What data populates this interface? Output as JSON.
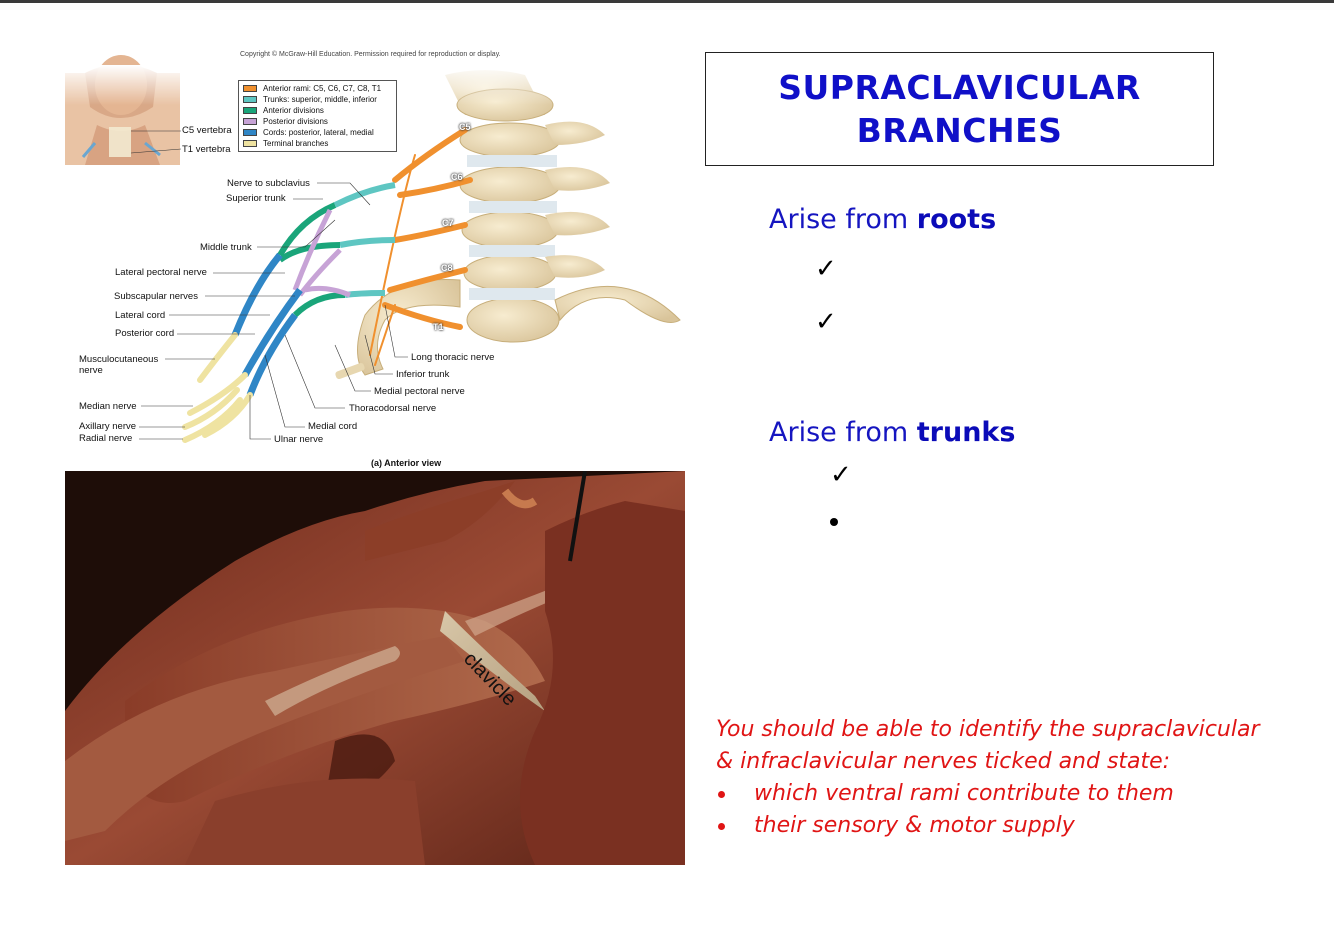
{
  "diagram": {
    "copyright": "Copyright © McGraw-Hill Education. Permission required for reproduction or display.",
    "view_title": "(a) Anterior view",
    "inset": {
      "c5": "C5 vertebra",
      "t1": "T1 vertebra"
    },
    "legend": [
      {
        "label": "Anterior rami: C5, C6, C7, C8, T1",
        "color": "#f0902e"
      },
      {
        "label": "Trunks: superior, middle, inferior",
        "color": "#5ec6c2"
      },
      {
        "label": "Anterior divisions",
        "color": "#1aa57a"
      },
      {
        "label": "Posterior divisions",
        "color": "#c7a3d6"
      },
      {
        "label": "Cords: posterior, lateral, medial",
        "color": "#2f86c6"
      },
      {
        "label": "Terminal branches",
        "color": "#efe3a1"
      }
    ],
    "vertebrae": [
      "C5",
      "C6",
      "C7",
      "C8",
      "T1"
    ],
    "labels": {
      "nerve_to_subclavius": "Nerve to subclavius",
      "superior_trunk": "Superior trunk",
      "middle_trunk": "Middle trunk",
      "lateral_pectoral": "Lateral pectoral nerve",
      "subscapular": "Subscapular nerves",
      "lateral_cord": "Lateral cord",
      "posterior_cord": "Posterior cord",
      "musculocutaneous": "Musculocutaneous",
      "musculocutaneous_2": "nerve",
      "median": "Median nerve",
      "axillary": "Axillary nerve",
      "radial": "Radial nerve",
      "ulnar": "Ulnar nerve",
      "medial_cord": "Medial cord",
      "thoracodorsal": "Thoracodorsal nerve",
      "medial_pectoral": "Medial pectoral nerve",
      "inferior_trunk": "Inferior trunk",
      "long_thoracic": "Long thoracic nerve"
    }
  },
  "photo": {
    "label": "clavicle"
  },
  "slide": {
    "title_line1": "SUPRACLAVICULAR",
    "title_line2": "BRANCHES",
    "roots_prefix": "Arise from ",
    "roots_bold": "roots",
    "trunks_prefix": "Arise from ",
    "trunks_bold": "trunks",
    "check": "✓"
  },
  "note": {
    "line1": "You should be able to identify the supraclavicular",
    "line2": "& infraclavicular nerves ticked and state:",
    "bullets": [
      "which ventral rami contribute to them",
      "their sensory & motor supply"
    ],
    "color": "#e01515"
  }
}
